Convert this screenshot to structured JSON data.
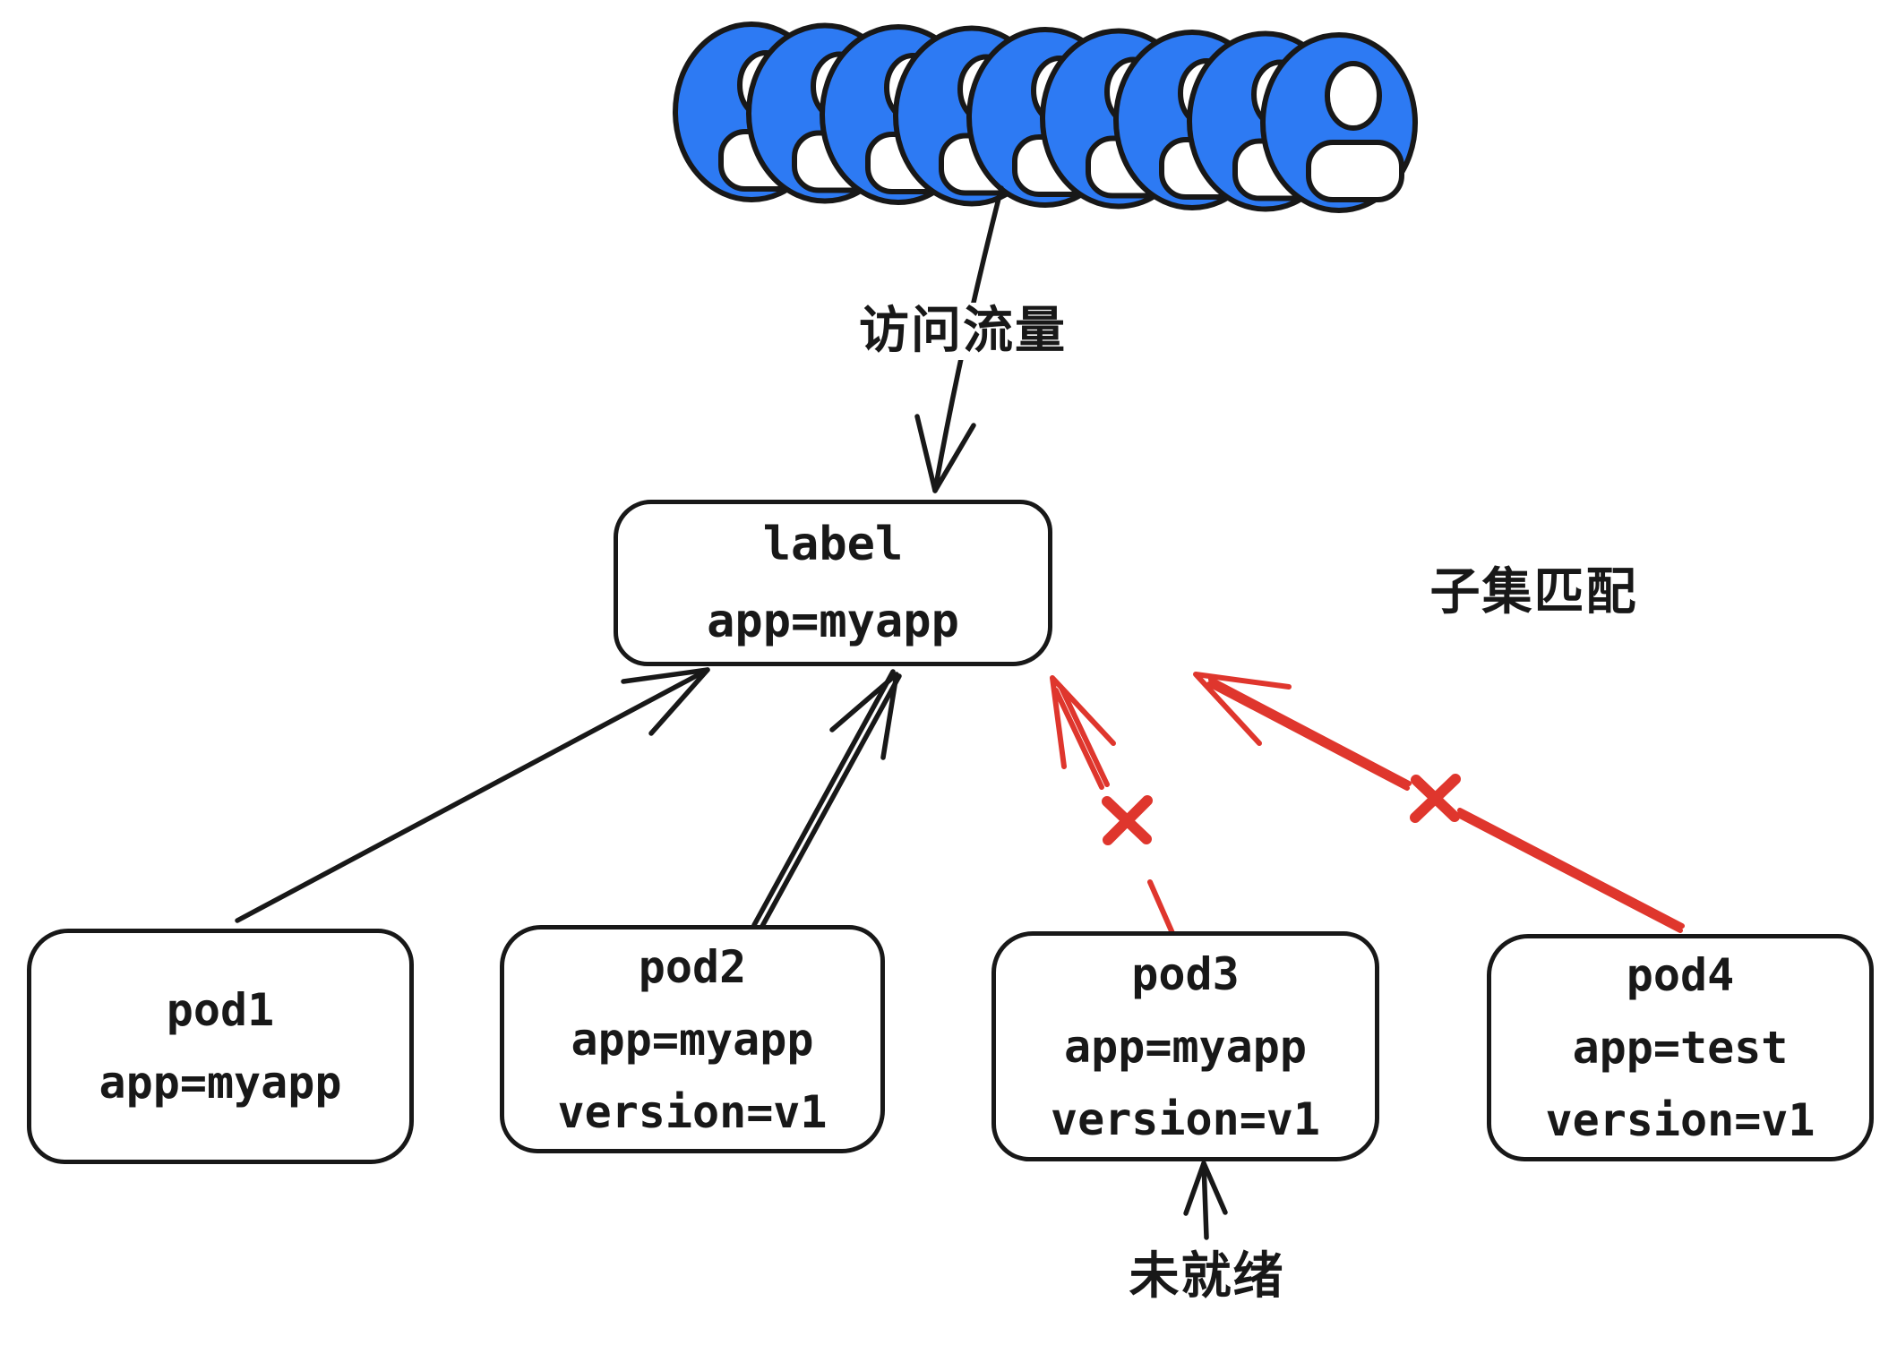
{
  "colors": {
    "ink": "#181818",
    "icon_blue": "#2d7af3",
    "error_red": "#df362d",
    "background": "#ffffff"
  },
  "users": {
    "count": 9,
    "icon": "user-icon"
  },
  "annotations": {
    "traffic": "访问流量",
    "subset_match": "子集匹配",
    "not_ready": "未就绪"
  },
  "service_selector": {
    "title": "label",
    "selector": "app=myapp"
  },
  "pods": [
    {
      "name": "pod1",
      "labels": [
        "app=myapp"
      ],
      "matched": true
    },
    {
      "name": "pod2",
      "labels": [
        "app=myapp",
        "version=v1"
      ],
      "matched": true
    },
    {
      "name": "pod3",
      "labels": [
        "app=myapp",
        "version=v1"
      ],
      "matched": false
    },
    {
      "name": "pod4",
      "labels": [
        "app=test",
        "version=v1"
      ],
      "matched": false
    }
  ]
}
